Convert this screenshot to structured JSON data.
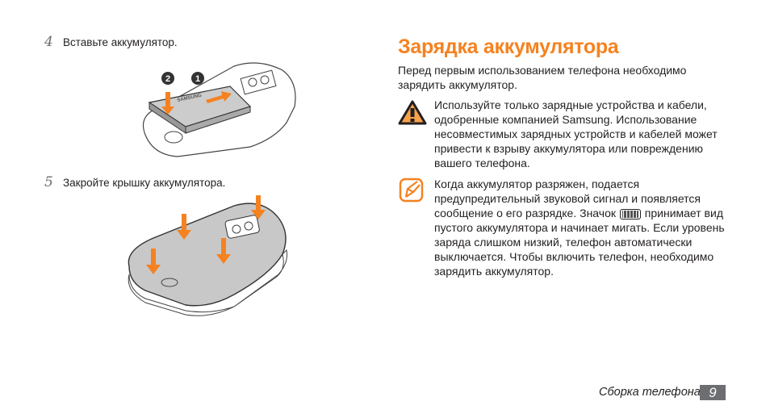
{
  "steps": [
    {
      "number": "4",
      "text": "Вставьте аккумулятор."
    },
    {
      "number": "5",
      "text": "Закройте крышку аккумулятора."
    }
  ],
  "illustration": {
    "battery_brand": "SAMSUNG",
    "callouts": [
      "2",
      "1"
    ]
  },
  "section": {
    "title": "Зарядка аккумулятора",
    "intro": [
      "Перед первым использованием телефона необходимо",
      "зарядить аккумулятор."
    ],
    "warning": {
      "icon": "warning-triangle-icon",
      "lines": [
        "Используйте только зарядные устройства и кабели,",
        "одобренные компанией Samsung. Использование",
        "несовместимых зарядных устройств и кабелей может",
        "привести к взрыву аккумулятора или повреждению",
        "вашего телефона."
      ]
    },
    "note": {
      "icon": "note-pencil-icon",
      "lines": [
        "Когда аккумулятор разряжен, подается",
        "предупредительный звуковой сигнал и появляется",
        "сообщение о его разрядке. Значок",
        "принимает вид",
        "пустого аккумулятора и начинает мигать. Если уровень",
        "заряда слишком низкий, телефон автоматически",
        "выключается. Чтобы включить телефон, необходимо",
        "зарядить аккумулятор."
      ]
    }
  },
  "footer": {
    "section": "Сборка телефона",
    "page": "9"
  },
  "colors": {
    "accent": "#f58220",
    "page_box": "#6d6e71"
  }
}
